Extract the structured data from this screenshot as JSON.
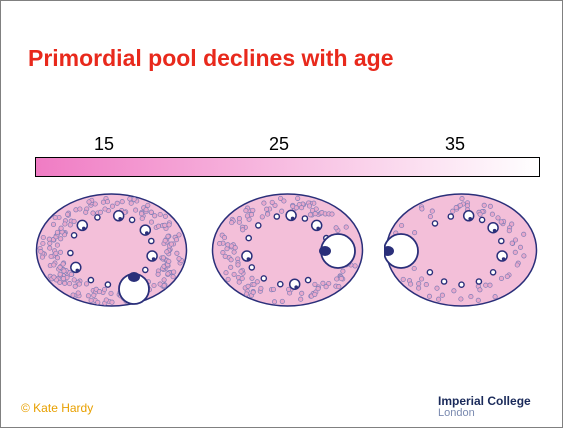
{
  "slide": {
    "title": "Primordial pool declines with age",
    "age_labels": [
      "15",
      "25",
      "35"
    ],
    "gradient_colors": [
      "#f07cc4",
      "#ffffff"
    ],
    "accent_color": "#e8291c"
  },
  "diagram": {
    "ovary_fill": "#f3bfd9",
    "ovary_outline": "#2a2f7a",
    "follicle_density": [
      1.0,
      0.6,
      0.35
    ]
  },
  "footer": {
    "credit": "© Kate Hardy",
    "logo_line1": "Imperial College",
    "logo_line2": "London"
  }
}
